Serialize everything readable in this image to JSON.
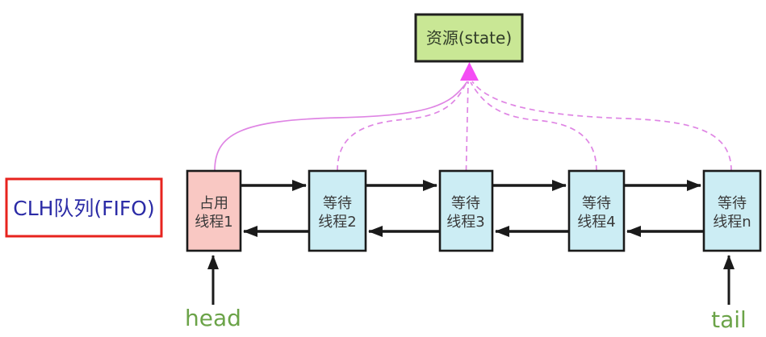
{
  "diagram": {
    "resource": {
      "label": "资源(state)",
      "fill": "#c9e795",
      "border": "#1f1f1f"
    },
    "queue_label": {
      "text": "CLH队列(FIFO)",
      "text_color": "#2b2ba6",
      "border_color": "#e7231e"
    },
    "nodes": [
      {
        "line1": "占用",
        "line2": "线程1",
        "fill": "#f9c8c3"
      },
      {
        "line1": "等待",
        "line2": "线程2",
        "fill": "#ccedf4"
      },
      {
        "line1": "等待",
        "line2": "线程3",
        "fill": "#ccedf4"
      },
      {
        "line1": "等待",
        "line2": "线程4",
        "fill": "#ccedf4"
      },
      {
        "line1": "等待",
        "line2": "线程n",
        "fill": "#ccedf4"
      }
    ],
    "pointers": {
      "head_label": "head",
      "tail_label": "tail",
      "color": "#6ba348"
    },
    "link_colors": {
      "queue_links": "#1a1a1a",
      "resource_links": "#df85e4",
      "resource_arrowhead": "#f44cf4"
    }
  }
}
